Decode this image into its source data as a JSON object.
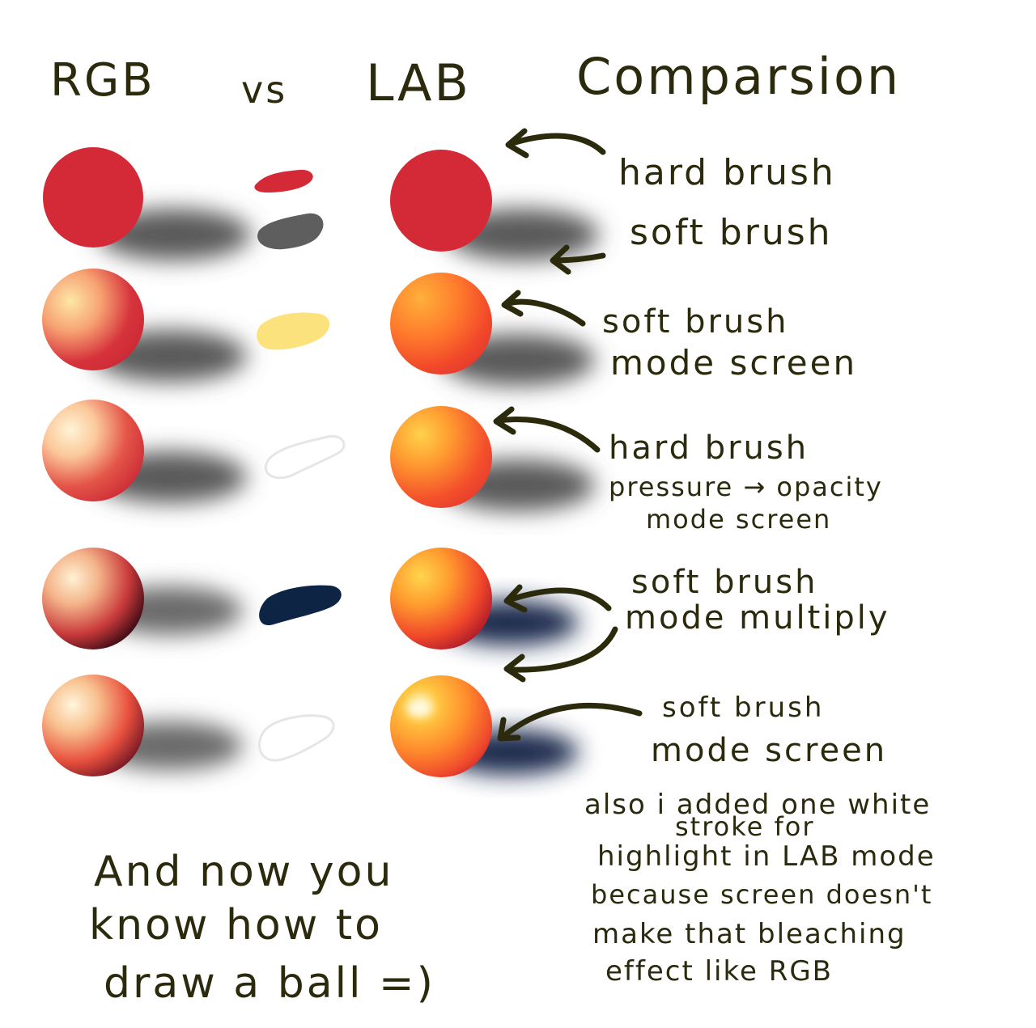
{
  "header": {
    "col_rgb": "RGB",
    "col_vs": "vs",
    "col_lab": "LAB",
    "title": "Comparsion"
  },
  "rows": [
    {
      "label_lines": [
        "hard brush",
        "soft brush"
      ]
    },
    {
      "label_lines": [
        "soft brush",
        "mode screen"
      ]
    },
    {
      "label_lines": [
        "hard brush",
        "pressure → opacity",
        "mode screen"
      ]
    },
    {
      "label_lines": [
        "soft brush",
        "mode multiply"
      ]
    },
    {
      "label_lines": [
        "soft brush",
        "mode screen"
      ]
    }
  ],
  "swatches": [
    "#d42a37",
    "#5e5e5e",
    "#fce27c",
    "#ffffff",
    "#0e2444",
    "#ffffff"
  ],
  "colors": {
    "ink": "#2b2a0c",
    "red": "#d42a37",
    "orange": "#ff6a2a",
    "shadow": "#6a6a6a"
  },
  "note": {
    "lines": [
      "also i added one white",
      "stroke for",
      "highlight in LAB mode",
      "because screen doesn't",
      "make that bleaching",
      "effect like RGB"
    ]
  },
  "footer": {
    "lines": [
      "And now you",
      "know how to",
      "draw a ball =)"
    ]
  }
}
